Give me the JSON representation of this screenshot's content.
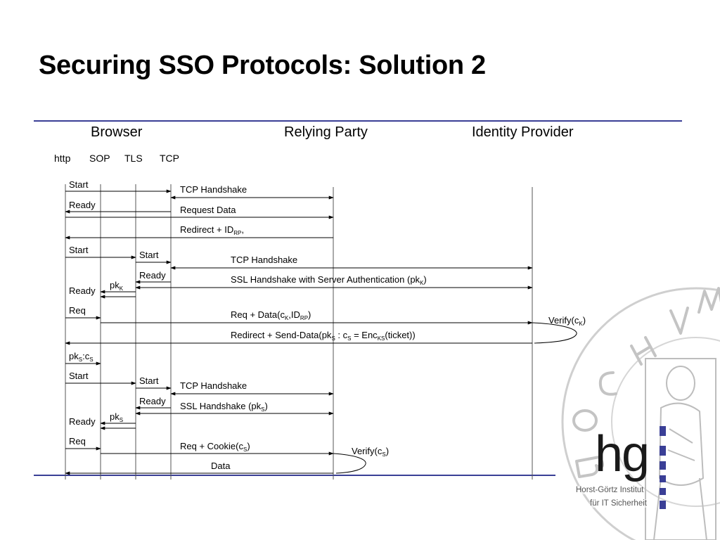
{
  "slide": {
    "title": "Securing SSO Protocols: Solution 2"
  },
  "columns": {
    "browser": "Browser",
    "relying_party": "Relying Party",
    "identity_provider": "Identity Provider"
  },
  "layers": {
    "http": "http",
    "sop": "SOP",
    "tls": "TLS",
    "tcp": "TCP"
  },
  "labels": {
    "start_1": "Start",
    "tcp_handshake_rp_1": "TCP Handshake",
    "ready_1": "Ready",
    "request_data": "Request Data",
    "redirect_id_rp_prefix": "Redirect + ID",
    "redirect_id_rp_sub": "RP",
    "redirect_id_rp_suffix": ",",
    "start_2": "Start",
    "tls_start_2": "Start",
    "tcp_handshake_idp": "TCP Handshake",
    "tls_ready_2": "Ready",
    "ssl_handshake_idp_prefix": "SSL Handshake with Server Authentication (pk",
    "ssl_handshake_idp_sub": "K",
    "ssl_handshake_idp_suffix": ")",
    "pk_k_prefix": "pk",
    "pk_k_sub": "K",
    "ready_2": "Ready",
    "req_1": "Req",
    "req_data_prefix": "Req + Data(c",
    "req_data_sub1": "K",
    "req_data_mid": ",ID",
    "req_data_sub2": "RP",
    "req_data_suffix": ")",
    "verify_ck_prefix": "Verify(c",
    "verify_ck_sub": "K",
    "verify_ck_suffix": ")",
    "redirect_send_p1": "Redirect + Send-Data(pk",
    "redirect_send_sub1": "S",
    "redirect_send_p2": " : c",
    "redirect_send_sub2": "S",
    "redirect_send_p3": " = Enc",
    "redirect_send_sub3": "KS",
    "redirect_send_p4": "(ticket))",
    "pks_cs_p1": "pk",
    "pks_cs_sub1": "S",
    "pks_cs_p2": ":c",
    "pks_cs_sub2": "S",
    "start_3": "Start",
    "tls_start_3": "Start",
    "tcp_handshake_rp_2": "TCP Handshake",
    "tls_ready_3": "Ready",
    "ssl_handshake_rp_prefix": "SSL Handshake (pk",
    "ssl_handshake_rp_sub": "S",
    "ssl_handshake_rp_suffix": ")",
    "pk_s_prefix": "pk",
    "pk_s_sub": "S",
    "ready_3": "Ready",
    "req_2": "Req",
    "req_cookie_prefix": "Req + Cookie(c",
    "req_cookie_sub": "S",
    "req_cookie_suffix": ")",
    "verify_cs_prefix": "Verify(c",
    "verify_cs_sub": "S",
    "verify_cs_suffix": ")",
    "data": "Data"
  },
  "logo": {
    "mark": "hg",
    "line1": "Horst-Görtz Institut",
    "line2": "für IT Sicherheit"
  },
  "colors": {
    "accent": "#3a3f96",
    "line": "#000000",
    "seal": "#c8c8c8"
  }
}
